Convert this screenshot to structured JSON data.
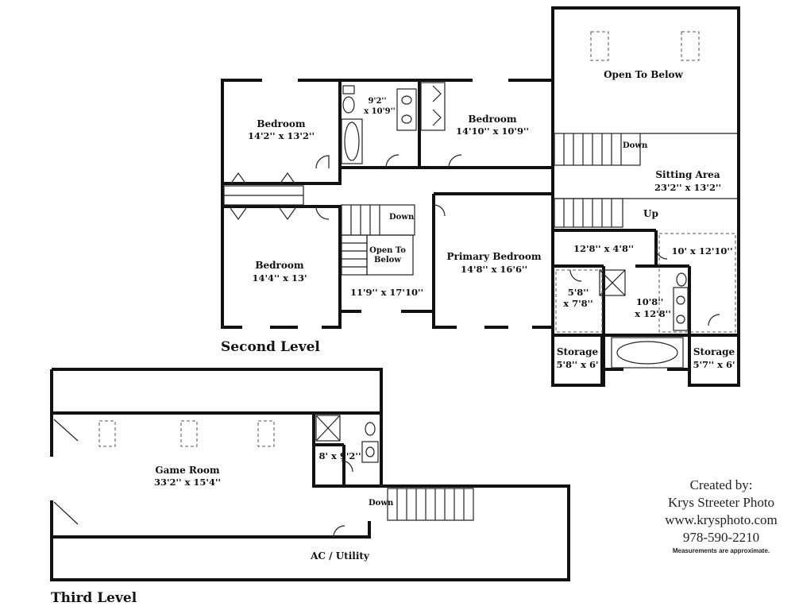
{
  "levels": {
    "second": "Second Level",
    "third": "Third Level"
  },
  "rooms": {
    "bedroom_nw": {
      "name": "Bedroom",
      "dim": "14'2'' x 13'2''"
    },
    "bath_hall": {
      "dim1": "9'2''",
      "dim2": "x 10'9''"
    },
    "bedroom_n": {
      "name": "Bedroom",
      "dim": "14'10'' x 10'9''"
    },
    "open_to_below_top": {
      "name": "Open To Below"
    },
    "sitting_area": {
      "name": "Sitting Area",
      "dim": "23'2'' x 13'2''"
    },
    "bedroom_sw": {
      "name": "Bedroom",
      "dim": "14'4'' x 13'"
    },
    "stair_open": {
      "line1": "Open To",
      "line2": "Below"
    },
    "landing": {
      "dim": "11'9'' x 17'10''"
    },
    "primary_bedroom": {
      "name": "Primary Bedroom",
      "dim": "14'8'' x 16'6''"
    },
    "hall_primary": {
      "dim": "12'8'' x 4'8''"
    },
    "closet_primary": {
      "dim": "10' x 12'10''"
    },
    "closet_small": {
      "dim1": "5'8''",
      "dim2": "x 7'8''"
    },
    "primary_bath": {
      "dim1": "10'8''",
      "dim2": "x 12'8''"
    },
    "storage_left": {
      "name": "Storage",
      "dim": "5'8'' x 6'"
    },
    "storage_right": {
      "name": "Storage",
      "dim": "5'7'' x 6'"
    },
    "game_room": {
      "name": "Game Room",
      "dim": "33'2'' x 15'4''"
    },
    "third_bath": {
      "dim": "8' x 9'2''"
    },
    "ac_utility": {
      "name": "AC / Utility"
    }
  },
  "stairs": {
    "down_top": "Down",
    "up_sitting": "Up",
    "down_center": "Down",
    "down_third": "Down"
  },
  "credit": {
    "line1": "Created by:",
    "line2": "Krys Streeter Photo",
    "line3": "www.krysphoto.com",
    "line4": "978-590-2210",
    "note": "Measurements are approximate."
  }
}
